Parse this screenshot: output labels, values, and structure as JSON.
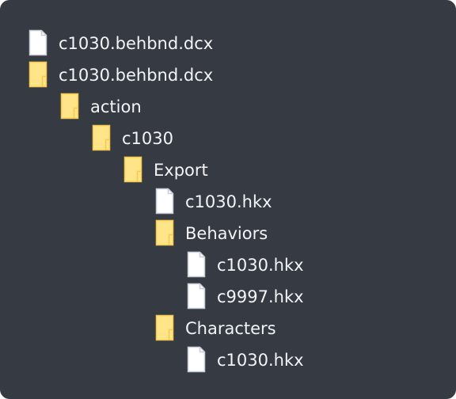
{
  "tree": {
    "items": [
      {
        "label": "c1030.behbnd.dcx",
        "icon": "file-icon"
      },
      {
        "label": "c1030.behbnd.dcx",
        "icon": "folder-icon"
      },
      {
        "label": "action",
        "icon": "folder-icon"
      },
      {
        "label": "c1030",
        "icon": "folder-icon"
      },
      {
        "label": "Export",
        "icon": "folder-icon"
      },
      {
        "label": "c1030.hkx",
        "icon": "file-icon"
      },
      {
        "label": "Behaviors",
        "icon": "folder-icon"
      },
      {
        "label": "c1030.hkx",
        "icon": "file-icon"
      },
      {
        "label": "c9997.hkx",
        "icon": "file-icon"
      },
      {
        "label": "Characters",
        "icon": "folder-icon"
      },
      {
        "label": "c1030.hkx",
        "icon": "file-icon"
      }
    ]
  },
  "colors": {
    "background": "#363a43",
    "text": "#f3f4f6",
    "folder_fill": "#ffe488",
    "folder_stroke": "#f6c94c",
    "file_fill": "#ffffff",
    "file_stroke": "#c6ccd6"
  }
}
